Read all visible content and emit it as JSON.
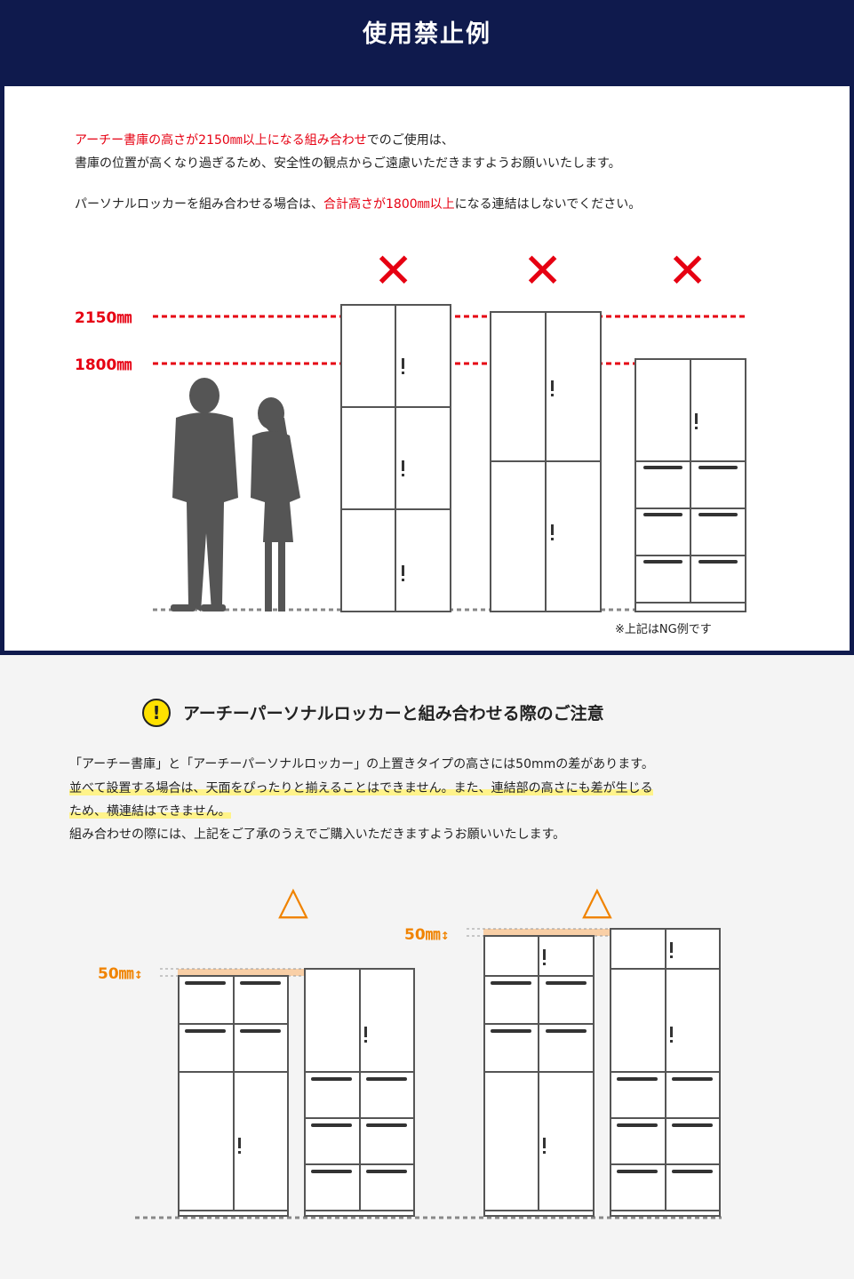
{
  "header": {
    "title": "使用禁止例"
  },
  "intro": {
    "line1_red": "アーチー書庫の高さが2150㎜以上になる組み合わせ",
    "line1_rest": "でのご使用は、",
    "line2": "書庫の位置が高くなり過ぎるため、安全性の観点からご遠慮いただきますようお願いいたします。",
    "line3_a": "パーソナルロッカーを組み合わせる場合は、",
    "line3_red": "合計高さが1800㎜以上",
    "line3_b": "になる連結はしないでください。"
  },
  "diagram1": {
    "label_2150": "2150㎜",
    "label_1800": "1800㎜",
    "crosses": [
      "✕",
      "✕",
      "✕"
    ],
    "note": "※上記はNG例です"
  },
  "caution": {
    "icon": "!",
    "title": "アーチーパーソナルロッカーと組み合わせる際のご注意",
    "p1": "「アーチー書庫」と「アーチーパーソナルロッカー」の上置きタイプの高さには50mmの差があります。",
    "p2a": "並べて設置する場合は、天面をぴったりと揃えることはできません。また、連結部の高さにも差が生じる",
    "p2b": "ため、横連結はできません。",
    "p3": "組み合わせの際には、上記をご了承のうえでご購入いただきますようお願いいたします。"
  },
  "diagram2": {
    "triangle": "△",
    "label_left": "50㎜",
    "label_right": "50㎜",
    "arrow": "↕"
  },
  "colors": {
    "navy": "#0f1a4d",
    "red": "#e60012",
    "orange": "#f08300",
    "highlight": "#fff38a"
  }
}
